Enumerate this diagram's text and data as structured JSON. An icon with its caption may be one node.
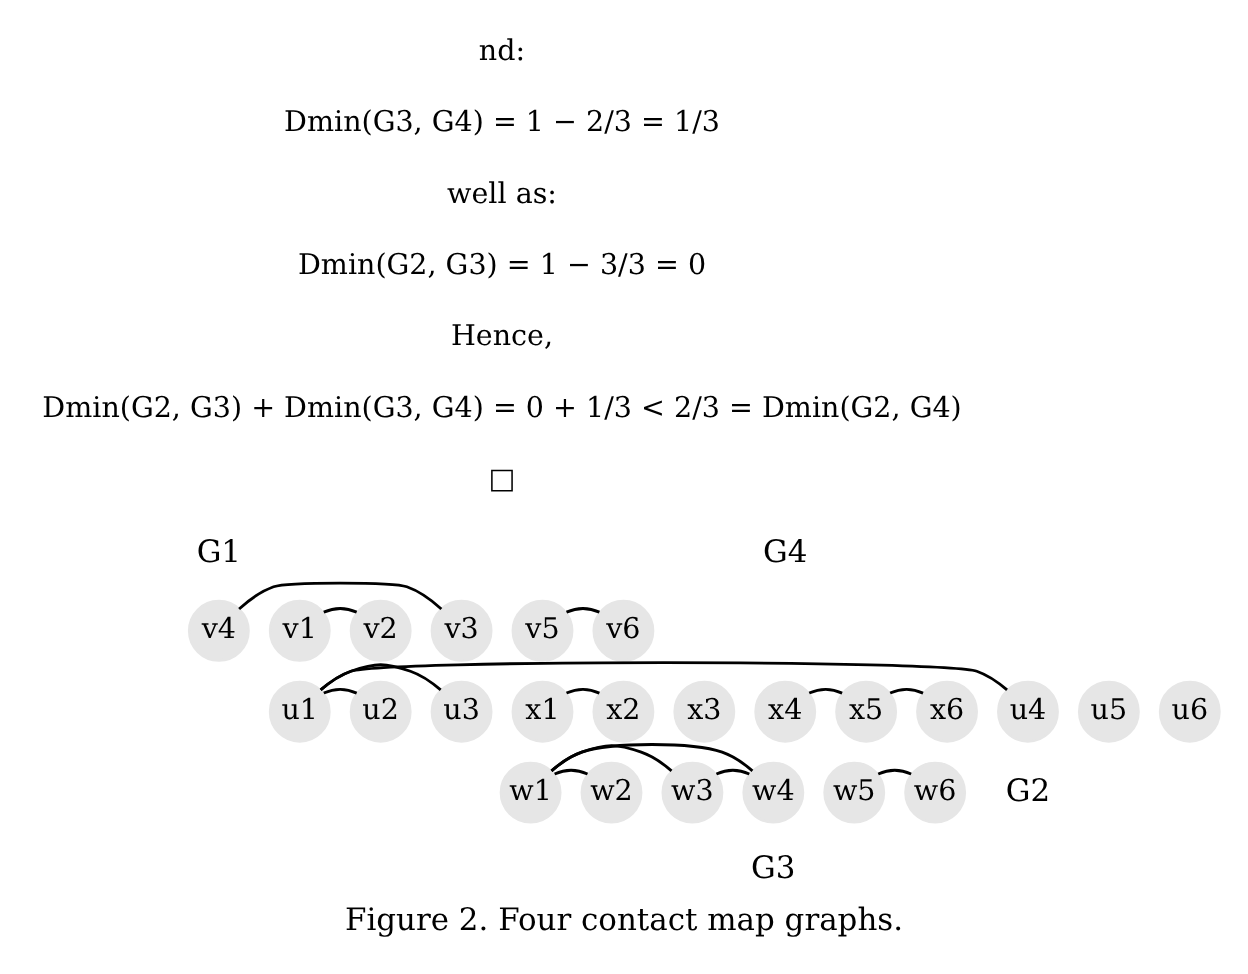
{
  "diagram": {
    "caption": "Figure 2. Four contact map graphs.",
    "nodes": [
      {
        "text": [
          "G1"
        ]
      },
      {
        "text": [
          "v1"
        ]
      },
      {
        "text": [
          "v2"
        ]
      },
      {
        "text": [
          "v3"
        ]
      },
      {
        "text": [
          "v4"
        ]
      },
      {
        "text": [
          "v5"
        ]
      },
      {
        "text": [
          "v6"
        ]
      },
      {
        "text": [
          "G2"
        ]
      },
      {
        "text": [
          "u1"
        ]
      },
      {
        "text": [
          "u2"
        ]
      },
      {
        "text": [
          "u3"
        ]
      },
      {
        "text": [
          "u4"
        ]
      },
      {
        "text": [
          "u5"
        ]
      },
      {
        "text": [
          "u6"
        ]
      },
      {
        "text": [
          "G4"
        ]
      },
      {
        "text": [
          "x1"
        ]
      },
      {
        "text": [
          "x2"
        ]
      },
      {
        "text": [
          "x3"
        ]
      },
      {
        "text": [
          "x4"
        ]
      },
      {
        "text": [
          "x5"
        ]
      },
      {
        "text": [
          "x6"
        ]
      },
      {
        "text": [
          "G3"
        ]
      },
      {
        "text": [
          "w1"
        ]
      },
      {
        "text": [
          "w2"
        ]
      },
      {
        "text": [
          "w3"
        ]
      },
      {
        "text": [
          "w4"
        ]
      },
      {
        "text": [
          "w5"
        ]
      },
      {
        "text": [
          "w6"
        ]
      }
    ],
    "edges": [
      {
        "from": 1,
        "to": 2,
        "arrow": "none"
      },
      {
        "from": 3,
        "to": 4,
        "arrow": "none"
      },
      {
        "from": 5,
        "to": 6,
        "arrow": "none"
      },
      {
        "from": 8,
        "to": 9,
        "arrow": "none"
      },
      {
        "from": 8,
        "to": 10,
        "arrow": "none"
      },
      {
        "from": 8,
        "to": 11,
        "arrow": "none"
      },
      {
        "from": 15,
        "to": 16,
        "arrow": "none"
      },
      {
        "from": 18,
        "to": 19,
        "arrow": "none"
      },
      {
        "from": 19,
        "to": 20,
        "arrow": "none"
      },
      {
        "from": 22,
        "to": 23,
        "arrow": "none"
      },
      {
        "from": 22,
        "to": 24,
        "arrow": "none"
      },
      {
        "from": 22,
        "to": 25,
        "arrow": "none"
      },
      {
        "from": 24,
        "to": 25,
        "arrow": "none"
      },
      {
        "from": 26,
        "to": 27,
        "arrow": "none"
      }
    ],
    "labels": [
      "nd:",
      "Dmin(G3, G4) = 1 − 2/3 = 1/3",
      "well as:",
      "Dmin(G2, G3) = 1 − 3/3 = 0",
      "Hence,",
      "Dmin(G2, G3) + Dmin(G3, G4) = 0 + 1/3 < 2/3 = Dmin(G2, G4)",
      "□"
    ]
  }
}
